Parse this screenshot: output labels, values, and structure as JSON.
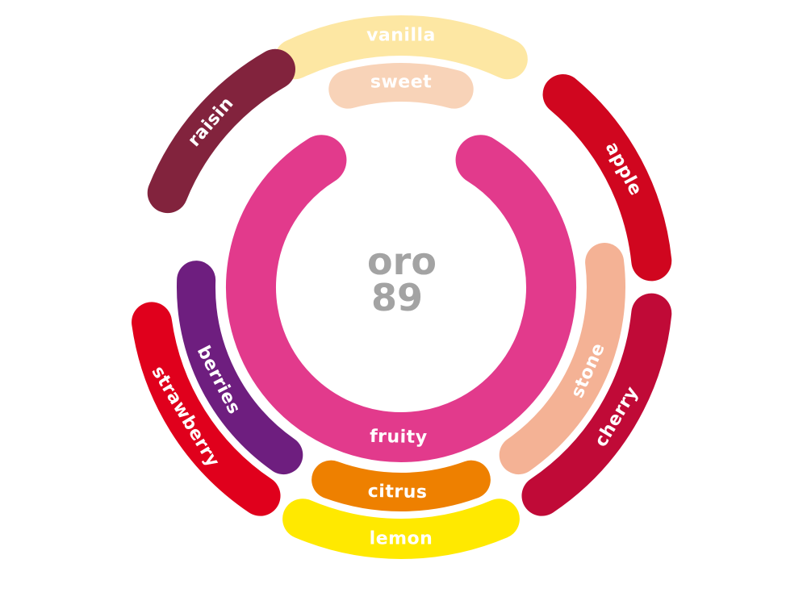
{
  "center": {
    "line1": "oro",
    "line2": "89",
    "color": "#a3a3a3"
  },
  "rings": [
    {
      "level": 1,
      "segments": [
        {
          "id": "fruity",
          "label": "fruity",
          "color": "#e23a8c"
        }
      ]
    },
    {
      "level": 2,
      "segments": [
        {
          "id": "sweet",
          "label": "sweet",
          "color": "#f8d3b8"
        },
        {
          "id": "stone",
          "label": "stone",
          "color": "#f4b295"
        },
        {
          "id": "citrus",
          "label": "citrus",
          "color": "#ee8000"
        },
        {
          "id": "berries",
          "label": "berries",
          "color": "#6e1e7f"
        }
      ]
    },
    {
      "level": 3,
      "segments": [
        {
          "id": "vanilla",
          "label": "vanilla",
          "color": "#fde7a3"
        },
        {
          "id": "apple",
          "label": "apple",
          "color": "#d0061f"
        },
        {
          "id": "cherry",
          "label": "cherry",
          "color": "#c00a37"
        },
        {
          "id": "lemon",
          "label": "lemon",
          "color": "#ffe900"
        },
        {
          "id": "strawberry",
          "label": "strawberry",
          "color": "#e0001c"
        },
        {
          "id": "raisin",
          "label": "raisin",
          "color": "#82233d"
        }
      ]
    }
  ]
}
